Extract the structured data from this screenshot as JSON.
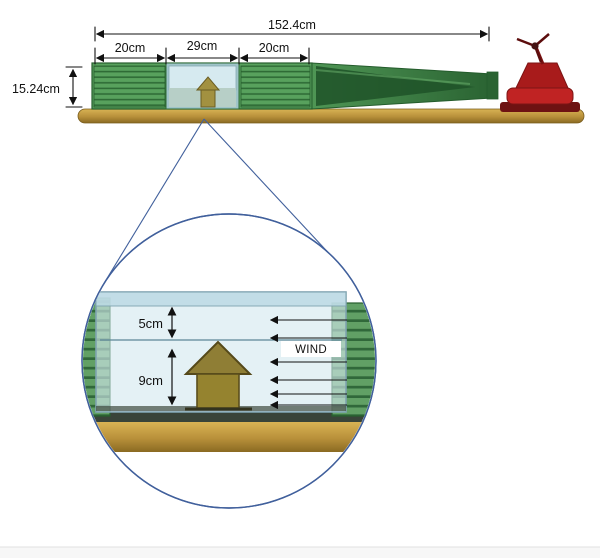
{
  "apparatus": {
    "dim_total_length": "152.4cm",
    "dim_section_left": "20cm",
    "dim_section_test": "29cm",
    "dim_section_right": "20cm",
    "dim_height": "15.24cm"
  },
  "detail": {
    "dim_top_clearance": "5cm",
    "dim_house_height": "9cm",
    "wind_label": "WIND"
  },
  "colors": {
    "tunnel_green": "#58a15d",
    "tunnel_green_dark": "#2f6b36",
    "glass_blue": "#d4e8ef",
    "wood_base": "#b8903a",
    "fan_red": "#c02323",
    "house_olive": "#95832f",
    "callout_stroke": "#41609c",
    "annotation_ink": "#111111"
  }
}
